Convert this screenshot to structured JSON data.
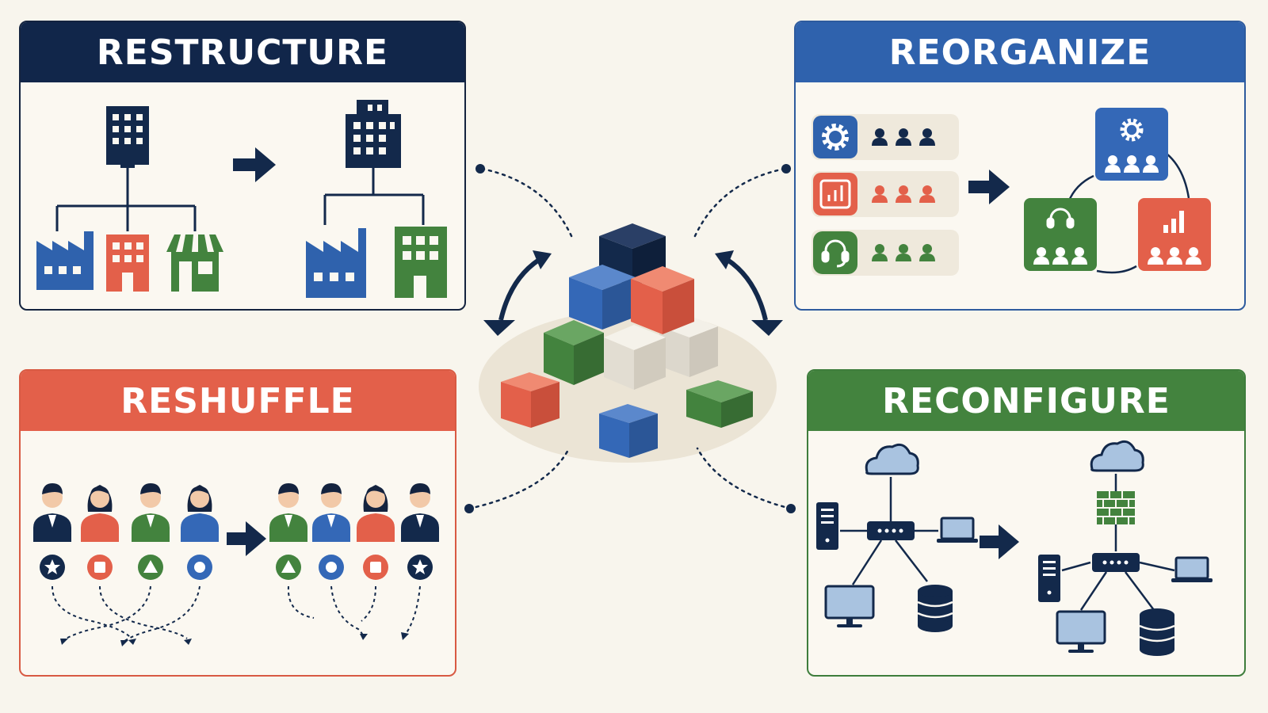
{
  "panels": {
    "restructure": {
      "title": "RESTRUCTURE",
      "color": "#11264a"
    },
    "reorganize": {
      "title": "REORGANIZE",
      "color": "#2f62ad"
    },
    "reshuffle": {
      "title": "RESHUFFLE",
      "color": "#e3604a"
    },
    "reconfigure": {
      "title": "RECONFIGURE",
      "color": "#43833e"
    }
  },
  "palette": {
    "navy": "#13294b",
    "blue": "#3468b7",
    "red": "#e3604a",
    "green": "#43833e",
    "cream": "#e8e3d8",
    "background": "#f8f5ed"
  },
  "icons": {
    "restructure": [
      "office-building-icon",
      "factory-icon",
      "store-icon",
      "shop-awning-icon",
      "arrow-right-icon"
    ],
    "reorganize": [
      "gear-icon",
      "bar-chart-icon",
      "headset-icon",
      "team-icon",
      "arrow-right-icon"
    ],
    "reshuffle": [
      "person-icon",
      "star-icon",
      "square-icon",
      "triangle-icon",
      "circle-icon",
      "arrow-right-icon"
    ],
    "reconfigure": [
      "cloud-icon",
      "server-icon",
      "network-switch-icon",
      "laptop-icon",
      "monitor-icon",
      "database-icon",
      "firewall-icon",
      "arrow-right-icon"
    ],
    "center": [
      "building-blocks-icon",
      "curved-double-arrow-icon"
    ]
  }
}
